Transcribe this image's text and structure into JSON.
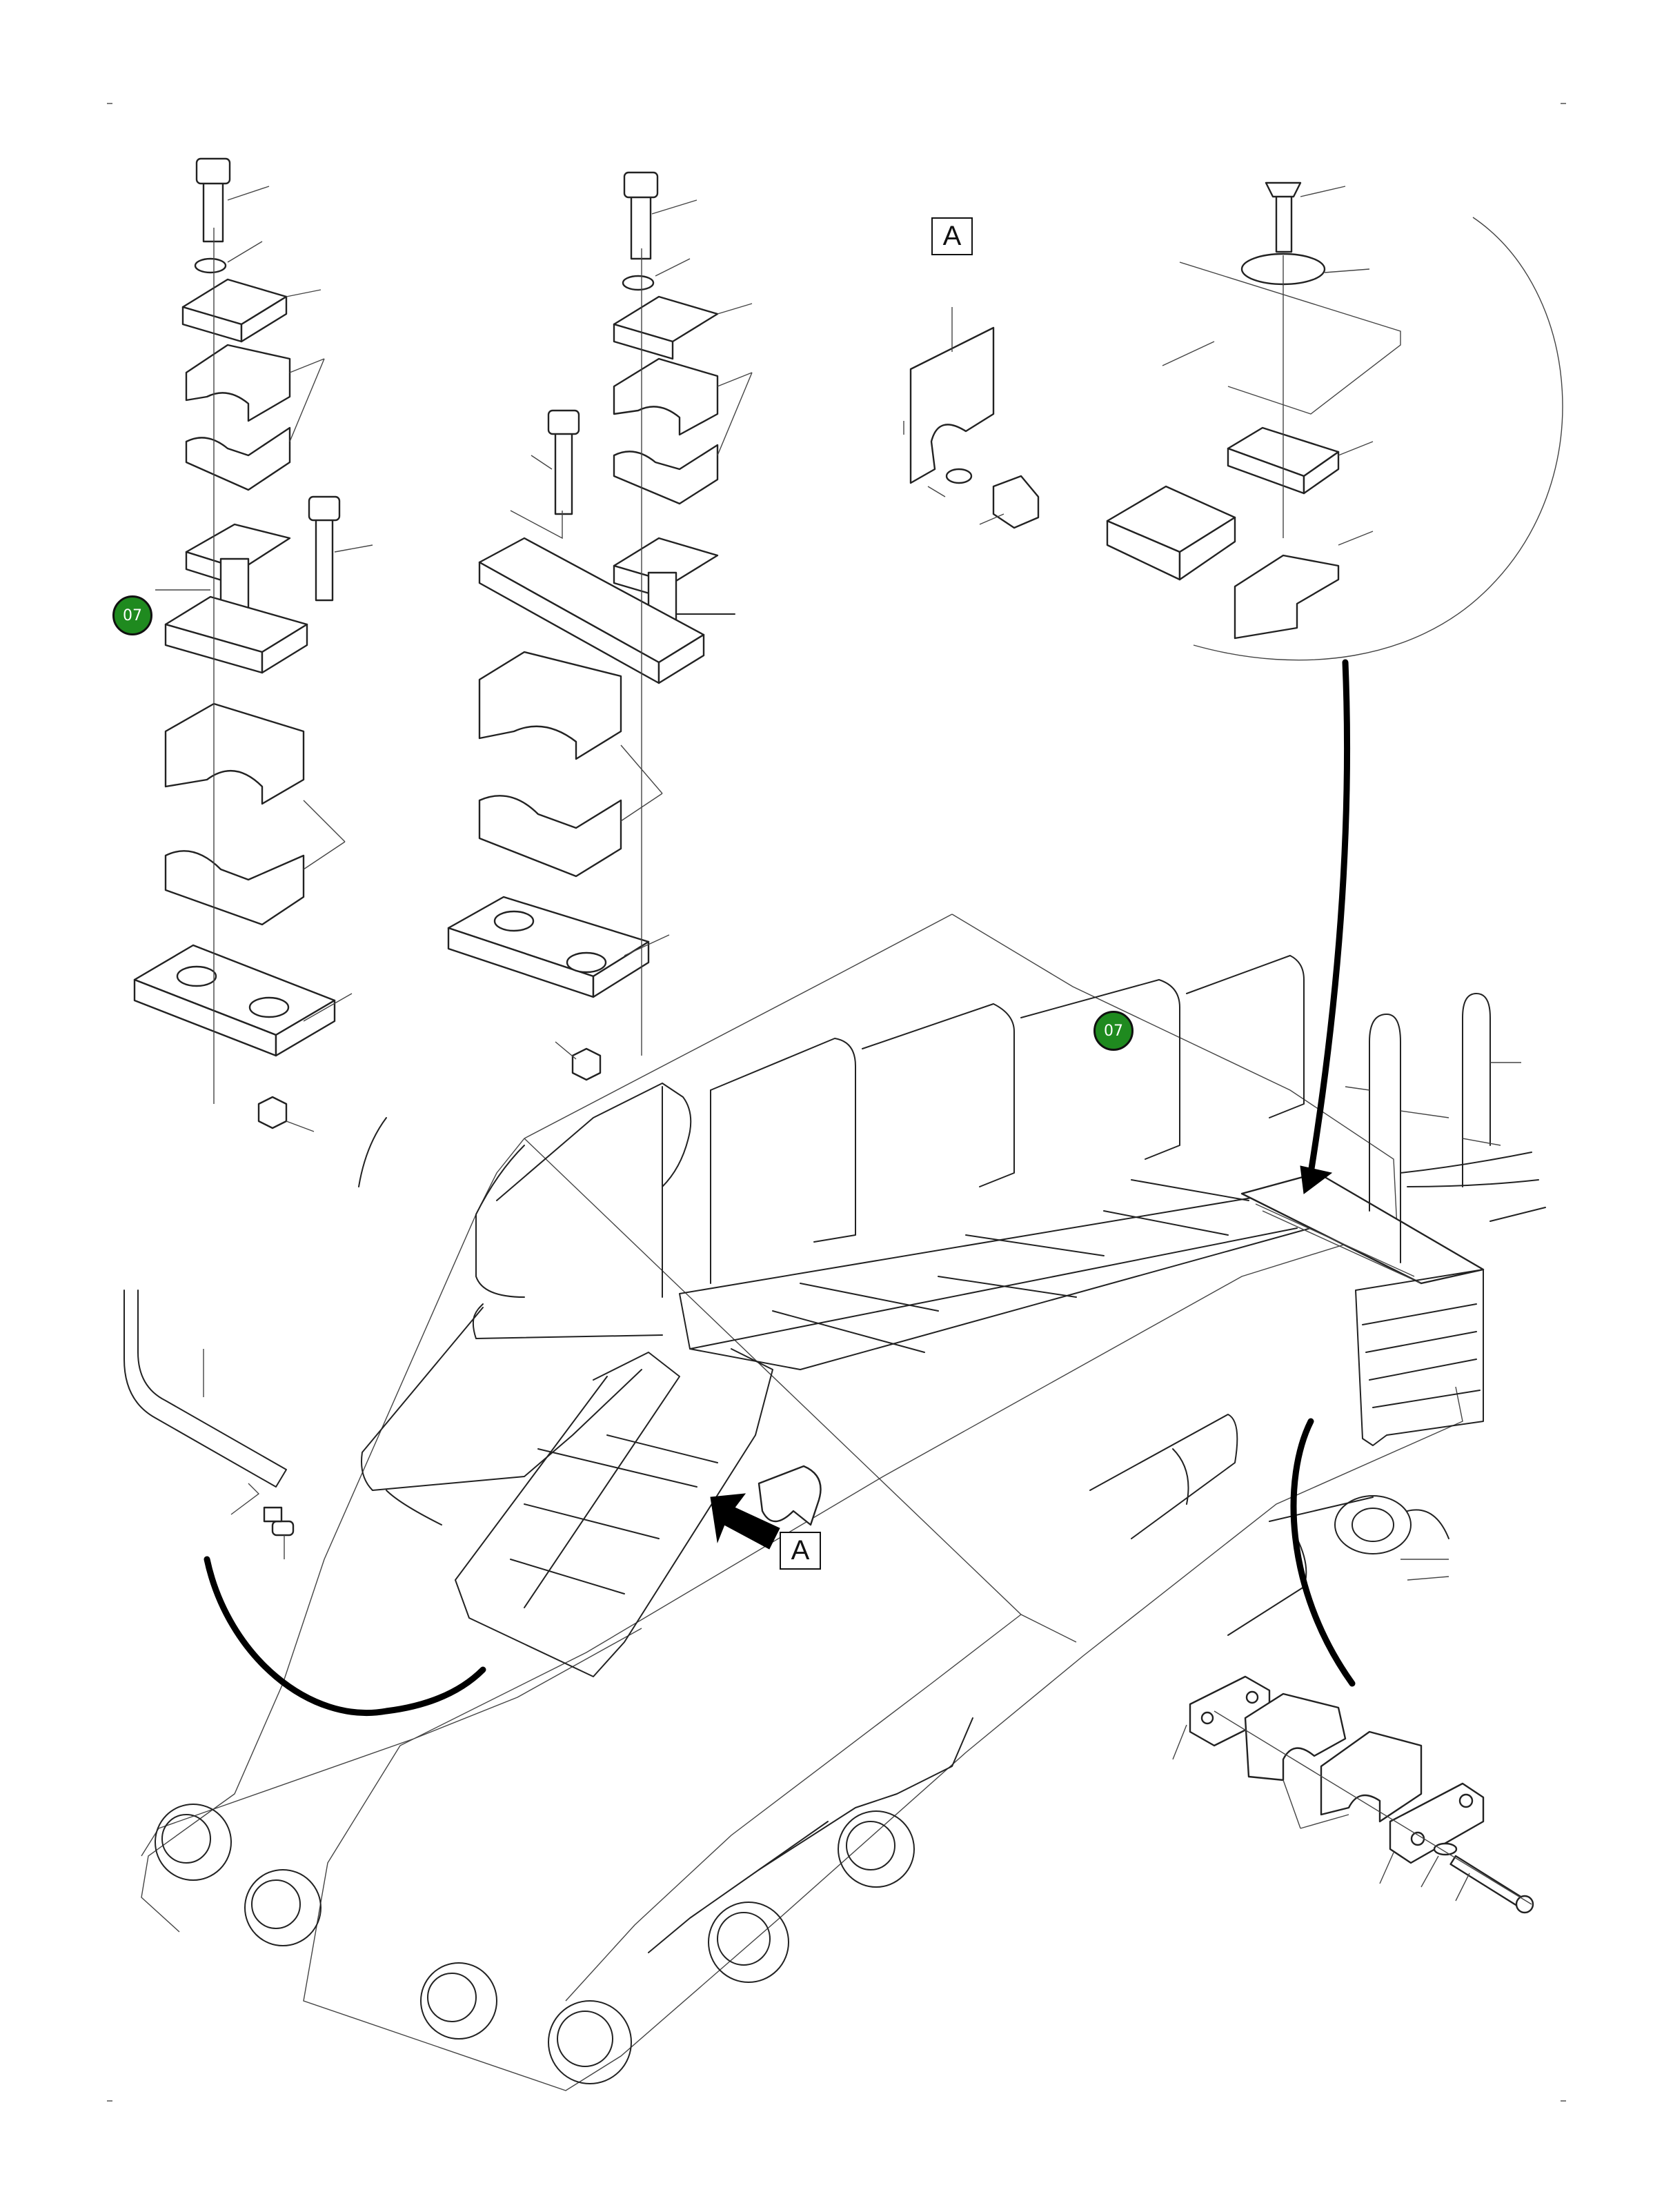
{
  "diagram": {
    "callouts": [
      {
        "id": "callout-left",
        "label": "07"
      },
      {
        "id": "callout-right",
        "label": "07"
      }
    ],
    "view_labels": {
      "detail_top": "A",
      "detail_main": "A"
    },
    "colors": {
      "callout_fill": "#1f8a1f",
      "callout_text": "#ffffff",
      "line": "#222222"
    }
  }
}
